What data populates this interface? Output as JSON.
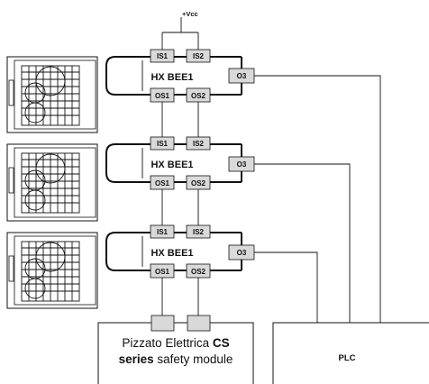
{
  "supply": {
    "label": "+Vcc"
  },
  "sensors": [
    {
      "device": "HX BEE1",
      "in1": "IS1",
      "in2": "IS2",
      "out1": "OS1",
      "out2": "OS2",
      "out3": "O3"
    },
    {
      "device": "HX BEE1",
      "in1": "IS1",
      "in2": "IS2",
      "out1": "OS1",
      "out2": "OS2",
      "out3": "O3"
    },
    {
      "device": "HX BEE1",
      "in1": "IS1",
      "in2": "IS2",
      "out1": "OS1",
      "out2": "OS2",
      "out3": "O3"
    }
  ],
  "module": {
    "line1_normal": "Pizzato Elettrica ",
    "line1_bold": "CS",
    "line2_bold": "series",
    "line2_normal": " safety module"
  },
  "plc": {
    "label": "PLC"
  }
}
